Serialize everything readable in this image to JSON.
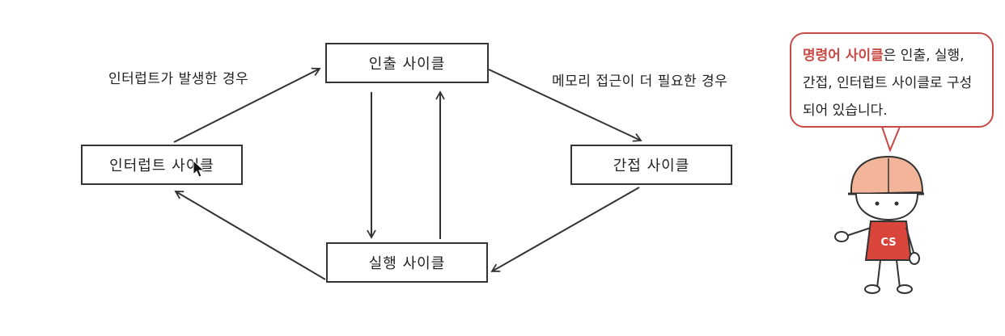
{
  "nodes": {
    "fetch": "인출 사이클",
    "interrupt": "인터럽트 사이클",
    "indirect": "간접 사이클",
    "execute": "실행 사이클"
  },
  "edges": {
    "interrupt_to_fetch": "인터럽트가 발생한 경우",
    "fetch_to_indirect": "메모리 접근이 더 필요한 경우"
  },
  "bubble": {
    "highlight": "명령어 사이클",
    "text": "은 인출, 실행, 간접, 인터럽트 사이클로 구성되어 있습니다."
  },
  "mascot": {
    "shirt_text": "CS",
    "shirt_color": "#d9453b",
    "helmet_color": "#f2b59a"
  }
}
